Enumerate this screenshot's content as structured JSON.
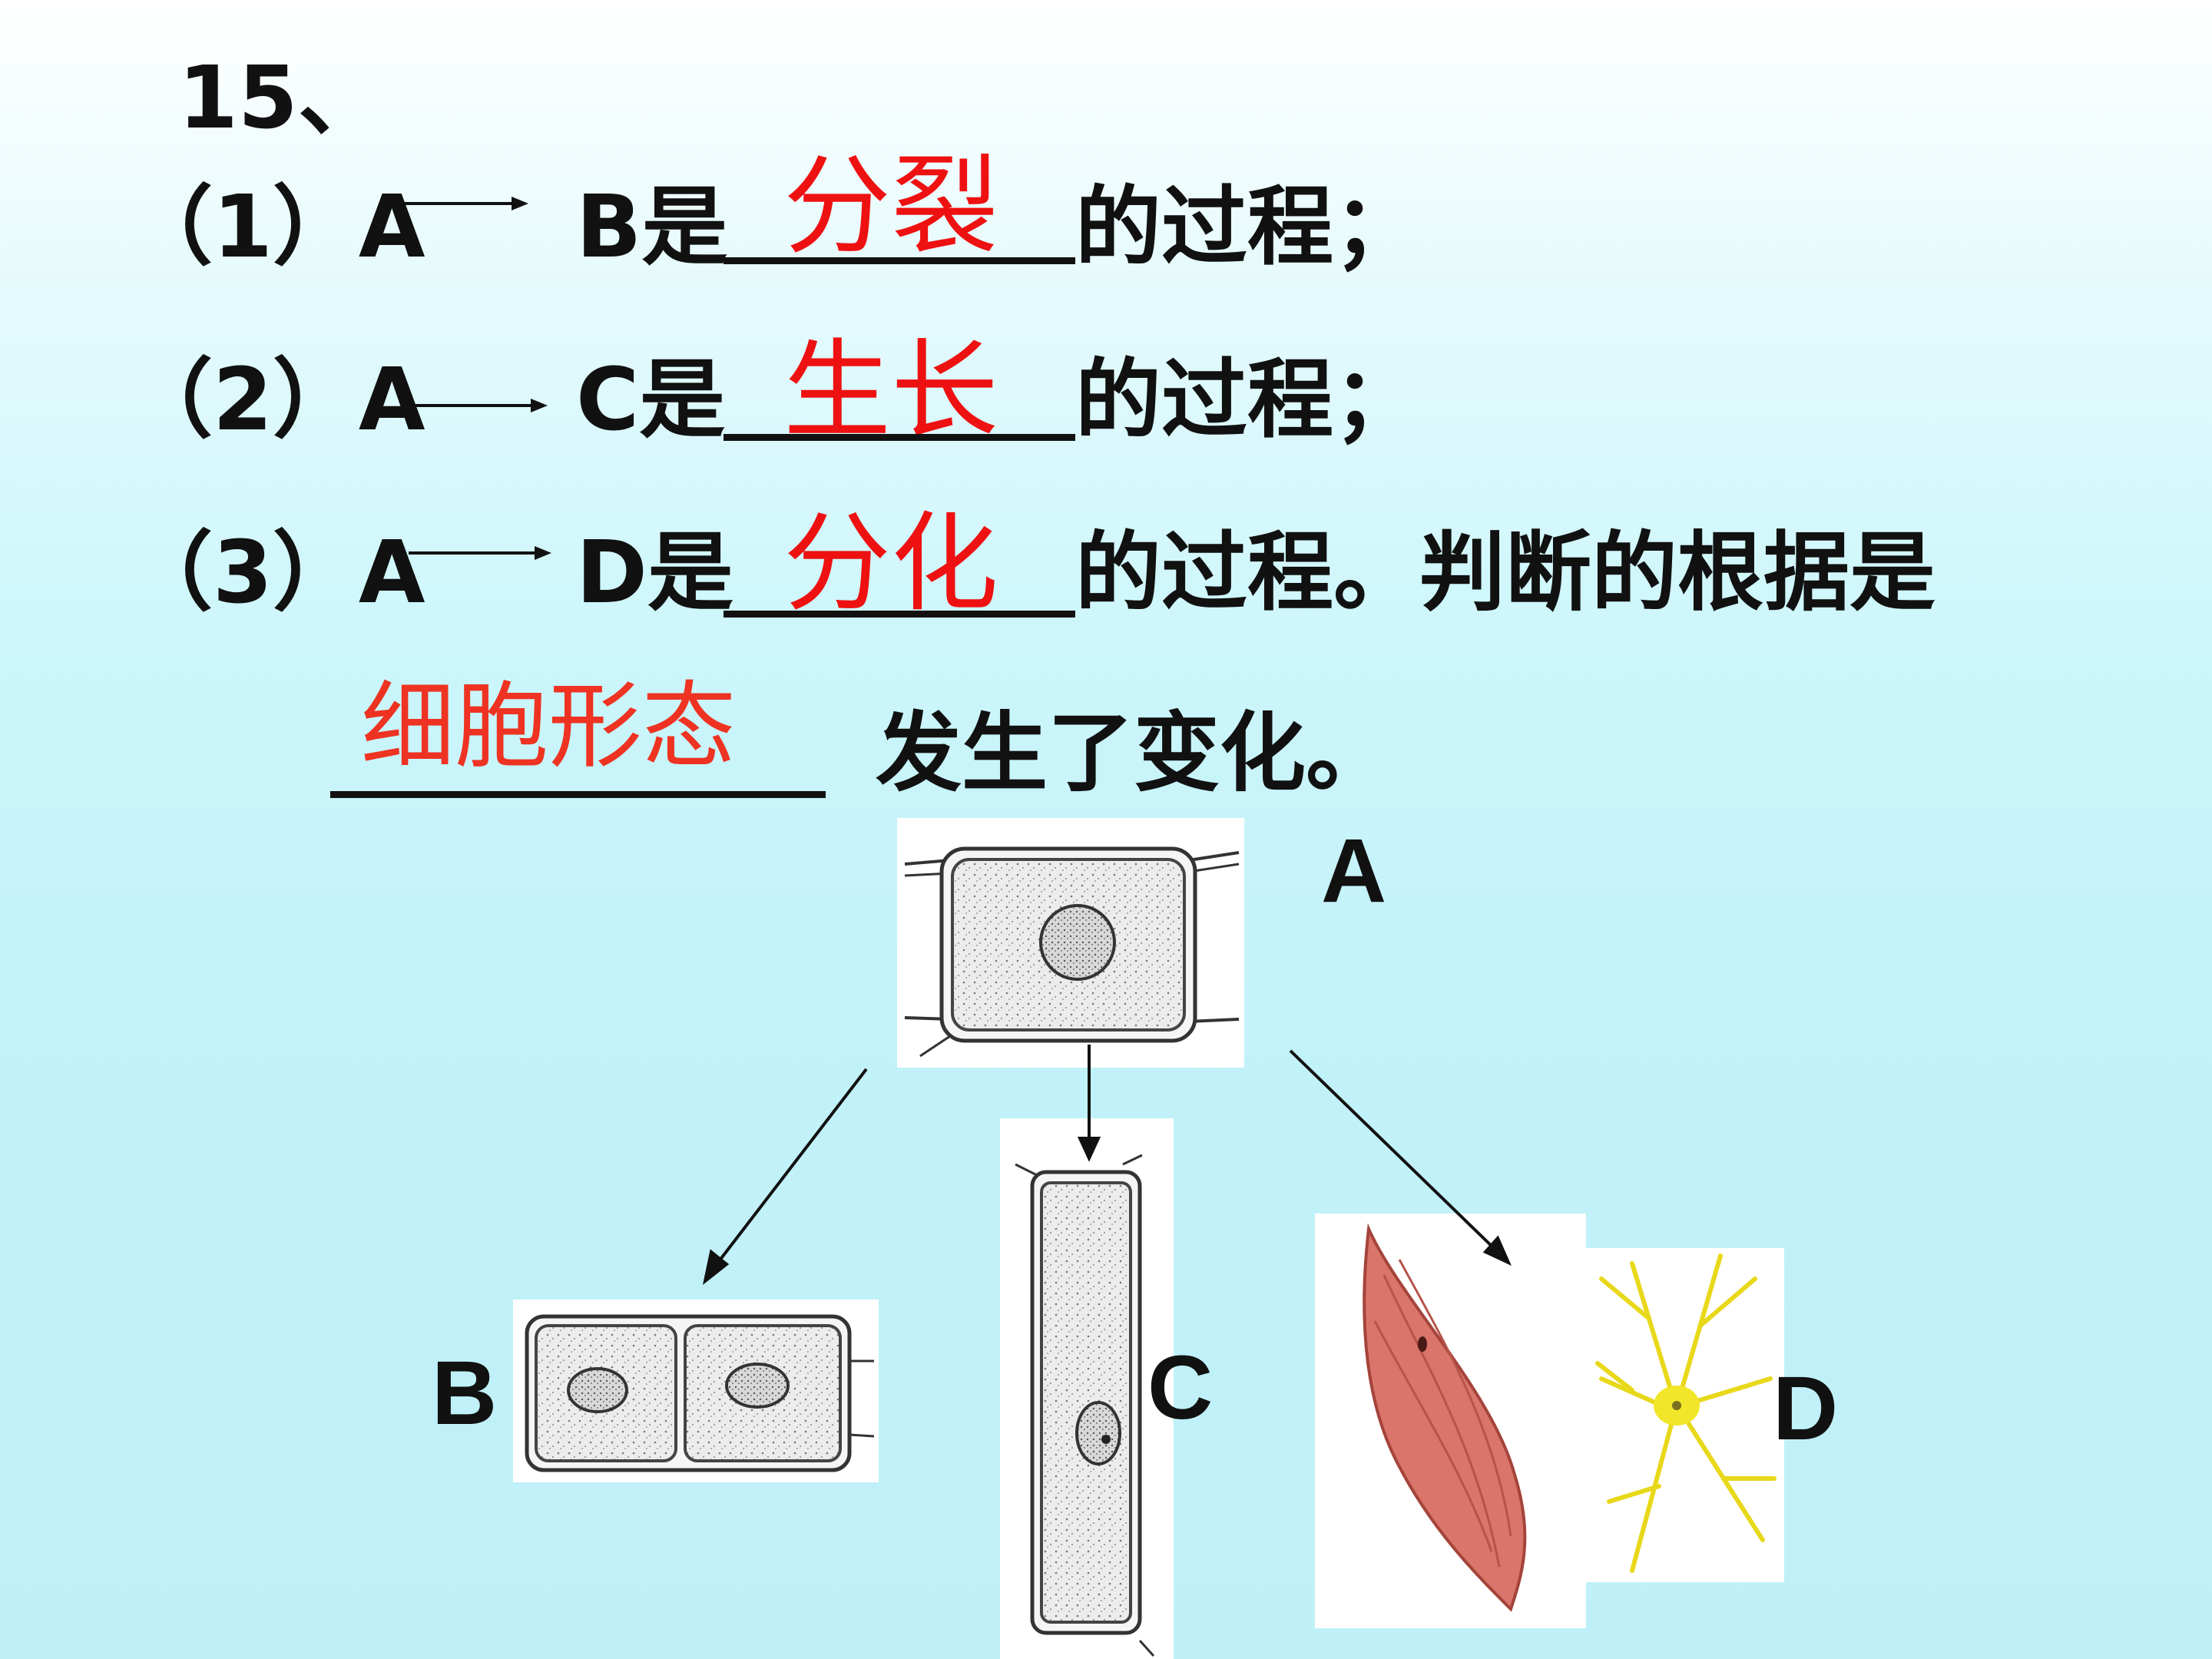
{
  "question": {
    "number": "15、",
    "line1": {
      "prefix": "（1）A",
      "mid": "B是",
      "answer": "分裂",
      "suffix": "的过程；"
    },
    "line2": {
      "prefix": "（2）A",
      "mid": "C是",
      "answer": "生长",
      "suffix": "的过程；"
    },
    "line3": {
      "prefix": "（3）A",
      "mid": "D是",
      "answer": "分化",
      "suffix": "的过程。判断的根据是"
    },
    "line4": {
      "answer": "细胞形态",
      "suffix": "发生了变化。"
    }
  },
  "figure": {
    "labels": {
      "a": "A",
      "b": "B",
      "c": "C",
      "d": "D"
    }
  },
  "colors": {
    "answer": "#ee1111",
    "text": "#111111",
    "muscle": "#d9756a",
    "neuron": "#f2e62a"
  }
}
